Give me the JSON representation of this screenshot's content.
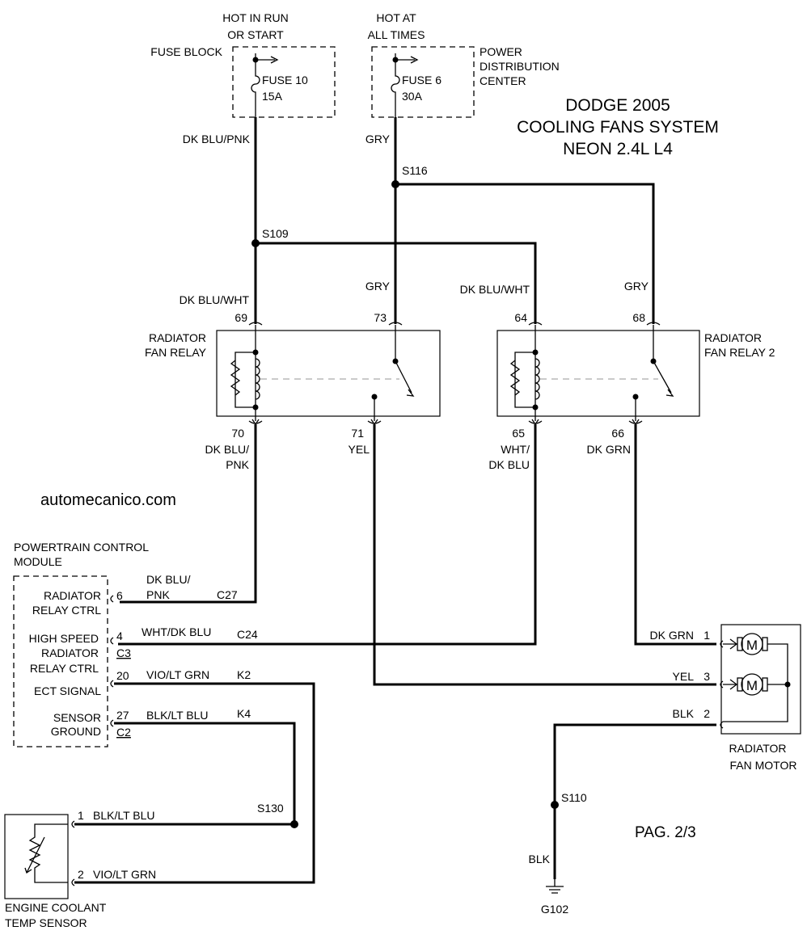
{
  "title": {
    "line1": "DODGE 2005",
    "line2": "COOLING FANS SYSTEM",
    "line3": "NEON 2.4L L4"
  },
  "website": "automecanico.com",
  "page": "PAG. 2/3",
  "fuse_block": {
    "hot_line1": "HOT IN RUN",
    "hot_line2": "OR START",
    "name": "FUSE BLOCK",
    "fuse_name": "FUSE 10",
    "fuse_rating": "15A"
  },
  "pdc": {
    "hot_line1": "HOT AT",
    "hot_line2": "ALL TIMES",
    "name_line1": "POWER",
    "name_line2": "DISTRIBUTION",
    "name_line3": "CENTER",
    "fuse_name": "FUSE 6",
    "fuse_rating": "30A"
  },
  "splices": {
    "s116": "S116",
    "s109": "S109",
    "s130": "S130",
    "s110": "S110",
    "g102": "G102"
  },
  "wires": {
    "fuse10_out": "DK BLU/PNK",
    "fuse6_out": "GRY",
    "relay1_69": "DK BLU/WHT",
    "relay1_73": "GRY",
    "relay2_64": "DK BLU/WHT",
    "relay2_68": "GRY",
    "relay1_70_a": "DK BLU/",
    "relay1_70_b": "PNK",
    "relay1_71": "YEL",
    "relay2_65_a": "WHT/",
    "relay2_65_b": "DK BLU",
    "relay2_66": "DK GRN",
    "pcm6_a": "DK BLU/",
    "pcm6_b": "PNK",
    "pcm4": "WHT/DK BLU",
    "pcm20": "VIO/LT GRN",
    "pcm27": "BLK/LT BLU",
    "sensor1": "BLK/LT BLU",
    "sensor2": "VIO/LT GRN",
    "motor1": "DK GRN",
    "motor3": "YEL",
    "motor2": "BLK",
    "ground": "BLK"
  },
  "pins": {
    "r69": "69",
    "r73": "73",
    "r70": "70",
    "r71": "71",
    "r64": "64",
    "r68": "68",
    "r65": "65",
    "r66": "66",
    "p6": "6",
    "p4": "4",
    "p20": "20",
    "p27": "27",
    "s1": "1",
    "s2": "2",
    "m1": "1",
    "m3": "3",
    "m2": "2",
    "c27": "C27",
    "c24": "C24",
    "c3": "C3",
    "k2": "K2",
    "k4": "K4",
    "c2": "C2"
  },
  "relay1": {
    "name_line1": "RADIATOR",
    "name_line2": "FAN RELAY"
  },
  "relay2": {
    "name_line1": "RADIATOR",
    "name_line2": "FAN RELAY 2"
  },
  "pcm": {
    "name_line1": "POWERTRAIN CONTROL",
    "name_line2": "MODULE",
    "rad_relay_a": "RADIATOR",
    "rad_relay_b": "RELAY CTRL",
    "hs_a": "HIGH SPEED",
    "hs_b": "RADIATOR",
    "hs_c": "RELAY CTRL",
    "ect": "ECT SIGNAL",
    "sg_a": "SENSOR",
    "sg_b": "GROUND"
  },
  "motor": {
    "name_line1": "RADIATOR",
    "name_line2": "FAN MOTOR",
    "symbol": "M"
  },
  "sensor": {
    "name_line1": "ENGINE COOLANT",
    "name_line2": "TEMP SENSOR"
  }
}
